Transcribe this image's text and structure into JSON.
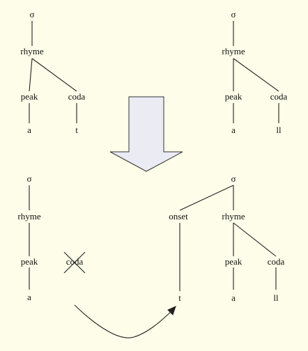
{
  "diagram": {
    "labels": {
      "sigma": "σ",
      "rhyme": "rhyme",
      "onset": "onset",
      "peak": "peak",
      "coda": "coda",
      "a": "a",
      "t": "t",
      "ll": "ll"
    },
    "colors": {
      "background": "#fdfde9",
      "arrow_fill": "#ebebf3",
      "arrow_stroke": "#333333",
      "line": "#222222"
    },
    "icons": {
      "down_arrow": "down-arrow-icon",
      "curved_arrow": "curved-arrow-icon",
      "cross_out": "cross-out-icon"
    }
  }
}
